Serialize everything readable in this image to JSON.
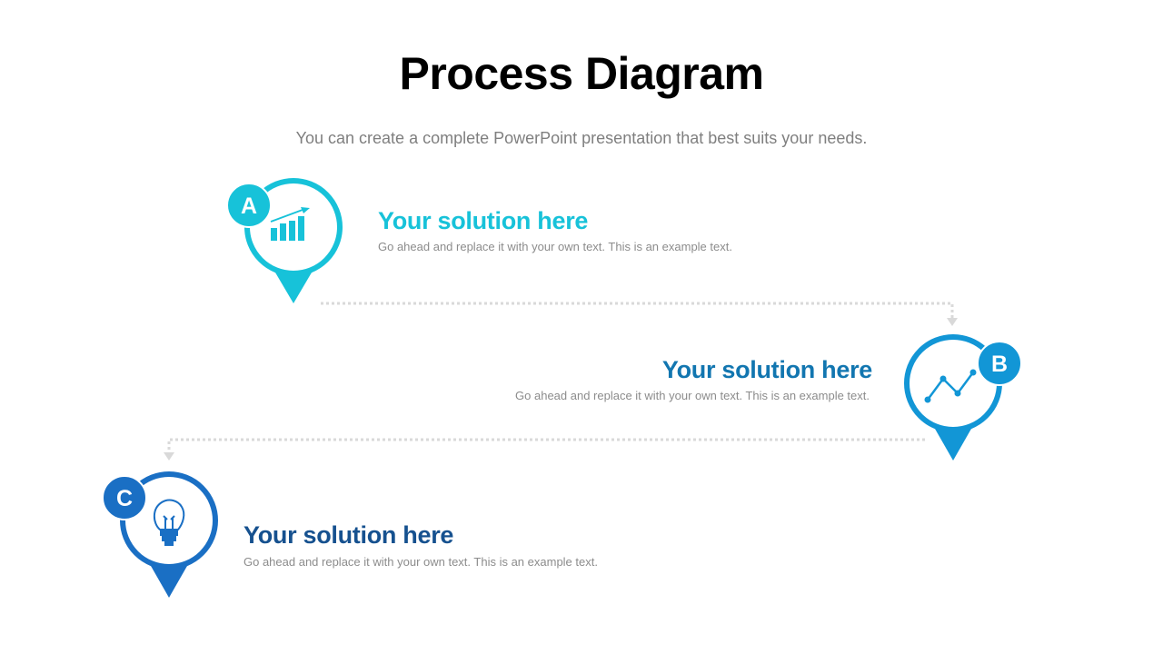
{
  "header": {
    "title": "Process Diagram",
    "subtitle": "You can create a complete PowerPoint presentation that best suits your needs."
  },
  "steps": [
    {
      "letter": "A",
      "icon": "bar-chart-icon",
      "color": "#17c2d9",
      "title": "Your solution here",
      "description": "Go ahead and replace it with your own text. This is an example text."
    },
    {
      "letter": "B",
      "icon": "line-chart-icon",
      "color": "#1296d6",
      "title": "Your solution here",
      "description": "Go ahead and replace it with your own text. This is an example text."
    },
    {
      "letter": "C",
      "icon": "lightbulb-icon",
      "color": "#1a6fc4",
      "title": "Your solution here",
      "description": "Go ahead and replace it with your own text. This is an example text."
    }
  ],
  "colors": {
    "connector": "#d9d9d9",
    "title_a": "#17c2d9",
    "title_b": "#1276b0",
    "title_c": "#16518f"
  }
}
